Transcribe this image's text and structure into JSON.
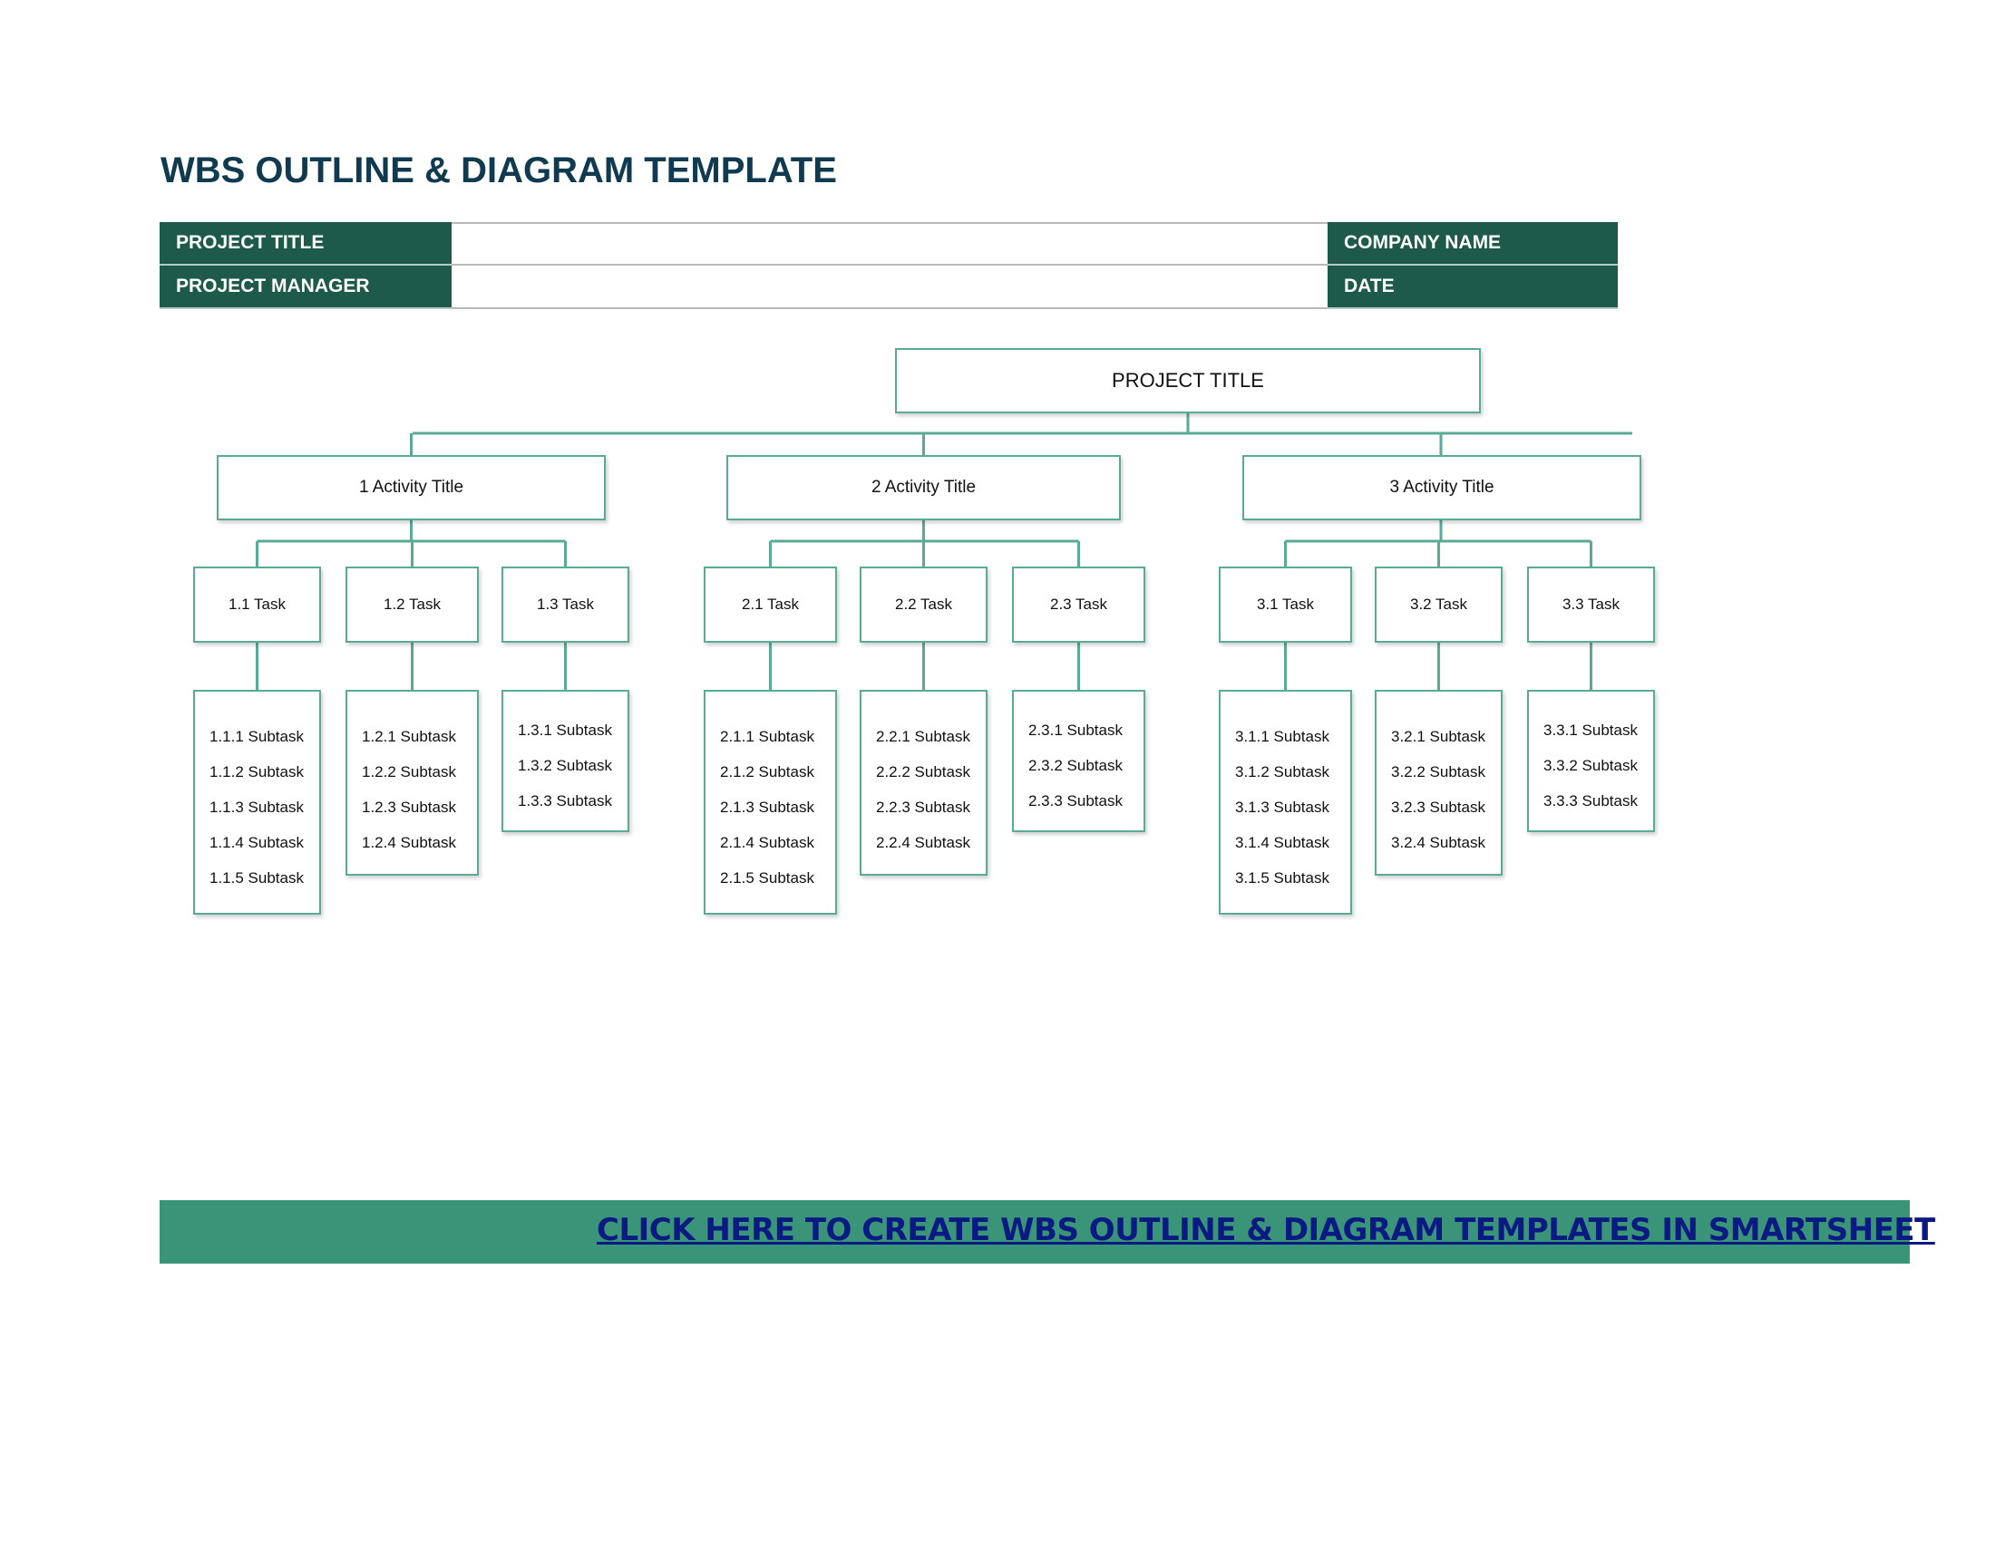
{
  "page": {
    "title": "WBS OUTLINE & DIAGRAM TEMPLATE"
  },
  "header_fields": {
    "project_title_label": "PROJECT TITLE",
    "project_title_value": "",
    "company_name_label": "COMPANY NAME",
    "company_name_value": "",
    "project_manager_label": "PROJECT MANAGER",
    "project_manager_value": "",
    "date_label": "DATE",
    "date_value": ""
  },
  "wbs": {
    "root": "PROJECT TITLE",
    "activities": [
      {
        "label": "1 Activity Title",
        "tasks": [
          {
            "label": "1.1 Task",
            "subtasks": [
              "1.1.1 Subtask",
              "1.1.2 Subtask",
              "1.1.3 Subtask",
              "1.1.4 Subtask",
              "1.1.5 Subtask"
            ]
          },
          {
            "label": "1.2 Task",
            "subtasks": [
              "1.2.1 Subtask",
              "1.2.2 Subtask",
              "1.2.3 Subtask",
              "1.2.4 Subtask"
            ]
          },
          {
            "label": "1.3 Task",
            "subtasks": [
              "1.3.1 Subtask",
              "1.3.2 Subtask",
              "1.3.3 Subtask"
            ]
          }
        ]
      },
      {
        "label": "2 Activity Title",
        "tasks": [
          {
            "label": "2.1 Task",
            "subtasks": [
              "2.1.1 Subtask",
              "2.1.2 Subtask",
              "2.1.3 Subtask",
              "2.1.4 Subtask",
              "2.1.5 Subtask"
            ]
          },
          {
            "label": "2.2 Task",
            "subtasks": [
              "2.2.1 Subtask",
              "2.2.2 Subtask",
              "2.2.3 Subtask",
              "2.2.4 Subtask"
            ]
          },
          {
            "label": "2.3 Task",
            "subtasks": [
              "2.3.1 Subtask",
              "2.3.2 Subtask",
              "2.3.3 Subtask"
            ]
          }
        ]
      },
      {
        "label": "3 Activity Title",
        "tasks": [
          {
            "label": "3.1 Task",
            "subtasks": [
              "3.1.1 Subtask",
              "3.1.2 Subtask",
              "3.1.3 Subtask",
              "3.1.4 Subtask",
              "3.1.5 Subtask"
            ]
          },
          {
            "label": "3.2 Task",
            "subtasks": [
              "3.2.1 Subtask",
              "3.2.2 Subtask",
              "3.2.3 Subtask",
              "3.2.4 Subtask"
            ]
          },
          {
            "label": "3.3 Task",
            "subtasks": [
              "3.3.1 Subtask",
              "3.3.2 Subtask",
              "3.3.3 Subtask"
            ]
          }
        ]
      }
    ]
  },
  "cta": {
    "label": "CLICK HERE TO CREATE WBS OUTLINE & DIAGRAM TEMPLATES IN SMARTSHEET"
  },
  "colors": {
    "header_green": "#1e5a49",
    "connector_green": "#5aab95",
    "banner_green": "#3a9478",
    "title_navy": "#0f3a4f",
    "link_blue": "#0b1a82"
  }
}
